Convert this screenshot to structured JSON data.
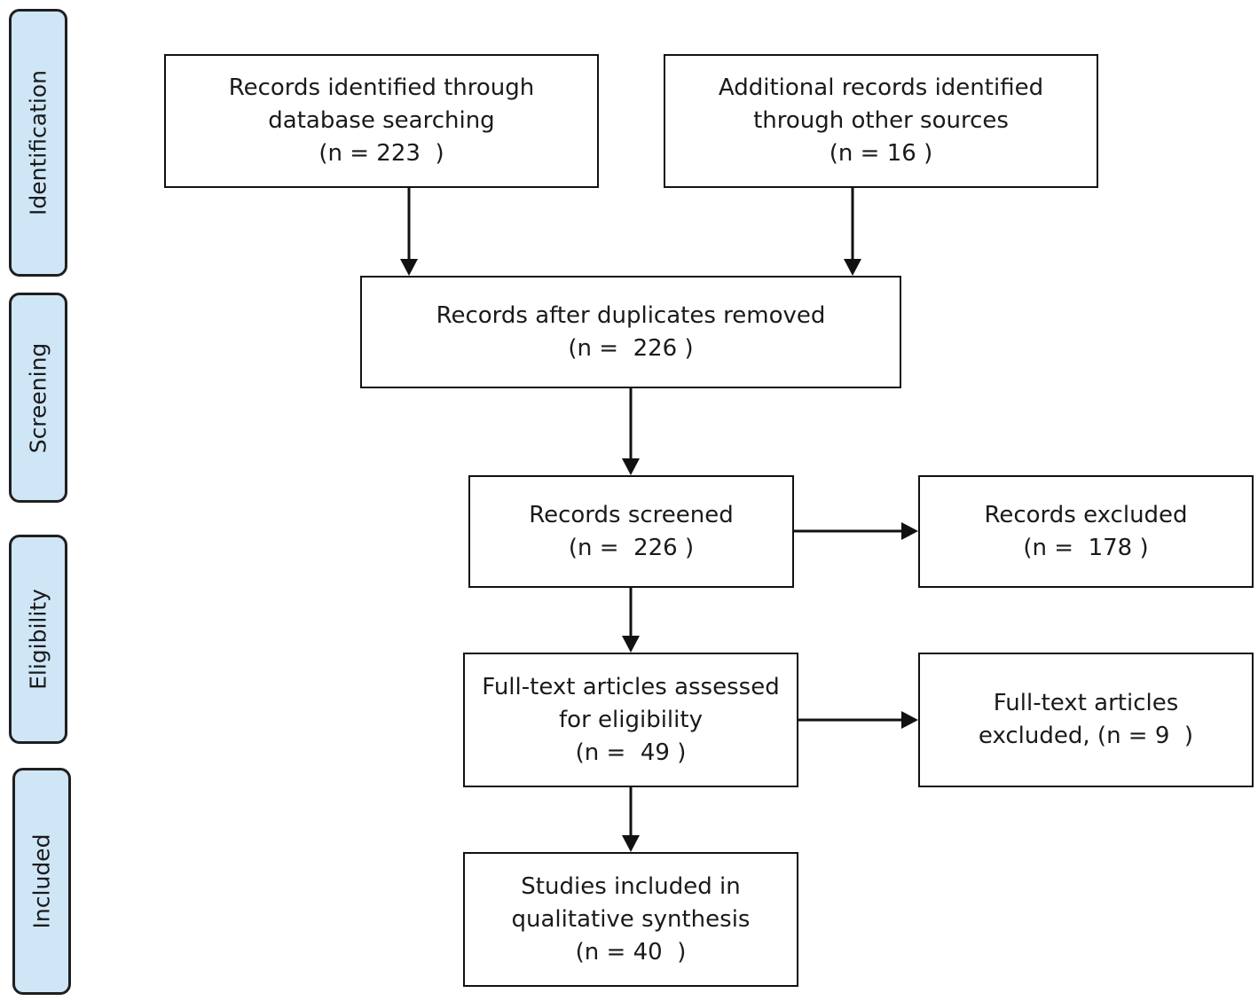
{
  "stages": {
    "identification": "Identification",
    "screening": "Screening",
    "eligibility": "Eligibility",
    "included": "Included"
  },
  "boxes": {
    "database": {
      "line1": "Records identified through",
      "line2": "database searching",
      "count": "(n = 223  )"
    },
    "other_sources": {
      "line1": "Additional records identified",
      "line2": "through other sources",
      "count": "(n = 16 )"
    },
    "after_duplicates": {
      "line1": "Records after duplicates removed",
      "count": "(n =  226 )"
    },
    "screened": {
      "line1": "Records screened",
      "count": "(n =  226 )"
    },
    "excluded": {
      "line1": "Records excluded",
      "count": "(n =  178 )"
    },
    "full_text_assessed": {
      "line1": "Full-text articles assessed",
      "line2": "for eligibility",
      "count": "(n =  49 )"
    },
    "full_text_excluded": {
      "line1": "Full-text articles",
      "line2": "excluded, (n = 9  )"
    },
    "included": {
      "line1": "Studies included in",
      "line2": "qualitative synthesis",
      "count": "(n = 40  )"
    }
  }
}
